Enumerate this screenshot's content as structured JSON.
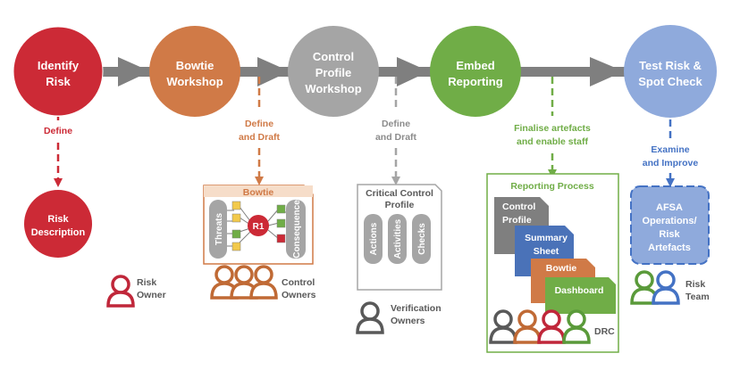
{
  "stages": [
    {
      "lines": [
        "Identify",
        "Risk"
      ],
      "color": "#cc2a36"
    },
    {
      "lines": [
        "Bowtie",
        "Workshop"
      ],
      "color": "#d07a47"
    },
    {
      "lines": [
        "Control",
        "Profile",
        "Workshop"
      ],
      "color": "#a5a5a5"
    },
    {
      "lines": [
        "Embed",
        "Reporting"
      ],
      "color": "#70ad47"
    },
    {
      "lines": [
        "Test Risk &",
        "Spot Check"
      ],
      "color": "#8faadc"
    }
  ],
  "connectors": [
    {
      "lines": [
        "Define"
      ],
      "color": "#cc2a36"
    },
    {
      "lines": [
        "Define",
        "and Draft"
      ],
      "color": "#d07a47"
    },
    {
      "lines": [
        "Define",
        "and Draft"
      ],
      "color": "#8c8c8c"
    },
    {
      "lines": [
        "Finalise artefacts",
        "and enable staff"
      ],
      "color": "#70ad47"
    },
    {
      "lines": [
        "Examine",
        "and Improve"
      ],
      "color": "#4472c4"
    }
  ],
  "risk_description": {
    "lines": [
      "Risk",
      "Description"
    ]
  },
  "bowtie_box": {
    "title": "Bowtie",
    "threats": "Threats",
    "center": "R1",
    "consequence": "Consequence"
  },
  "control_profile_box": {
    "title_lines": [
      "Critical Control",
      "Profile"
    ],
    "columns": [
      "Actions",
      "Activities",
      "Checks"
    ]
  },
  "reporting_box": {
    "title": "Reporting Process",
    "cards": [
      {
        "lines": [
          "Control",
          "Profile"
        ],
        "color": "#7f7f7f"
      },
      {
        "lines": [
          "Summary",
          "Sheet"
        ],
        "color": "#4a72b8"
      },
      {
        "lines": [
          "Bowtie"
        ],
        "color": "#d07a47"
      },
      {
        "lines": [
          "Dashboard"
        ],
        "color": "#70ad47"
      }
    ]
  },
  "afsa_box": {
    "lines": [
      "AFSA",
      "Operations/",
      "Risk",
      "Artefacts"
    ]
  },
  "owners": [
    {
      "lines": [
        "Risk",
        "Owner"
      ]
    },
    {
      "lines": [
        "Control",
        "Owners"
      ]
    },
    {
      "lines": [
        "Verification",
        "Owners"
      ]
    },
    {
      "lines": [
        "DRC"
      ]
    },
    {
      "lines": [
        "Risk",
        "Team"
      ]
    }
  ]
}
